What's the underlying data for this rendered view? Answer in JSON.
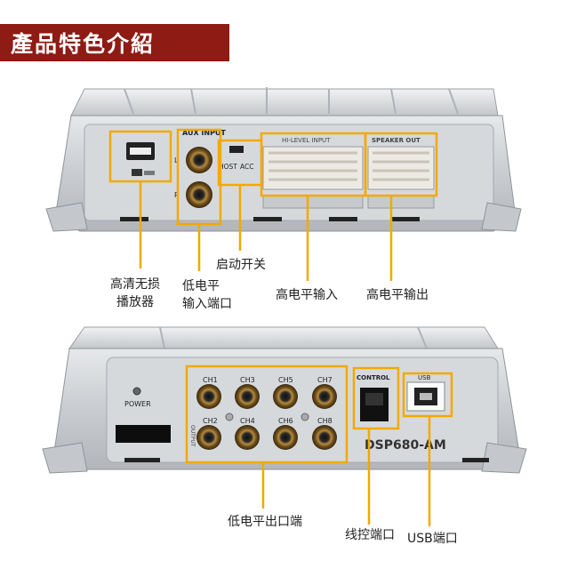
{
  "banner": {
    "title": "產品特色介紹"
  },
  "colors": {
    "banner_bg": "#8e1b14",
    "callout": "#f2a900"
  },
  "top_unit": {
    "panel_texts": {
      "aux_input": "AUX INPUT",
      "aux_l": "L",
      "aux_r": "R",
      "host": "HOST",
      "acc": "ACC",
      "hi_level_input": "HI-LEVEL INPUT",
      "speaker_out": "SPEAKER OUT"
    },
    "labels": {
      "usb_player_line1": "高清无损",
      "usb_player_line2": "播放器",
      "low_level_in_line1": "低电平",
      "low_level_in_line2": "输入端口",
      "start_switch": "启动开关",
      "hi_level_in": "高电平输入",
      "hi_level_out": "高电平输出"
    }
  },
  "bottom_unit": {
    "panel_texts": {
      "power": "POWER",
      "control": "CONTROL",
      "usb": "USB",
      "output": "OUTPUT",
      "model": "DSP680-AM",
      "channels": [
        "CH1",
        "CH3",
        "CH5",
        "CH7",
        "CH2",
        "CH4",
        "CH6",
        "CH8"
      ]
    },
    "labels": {
      "low_level_out": "低电平出口端",
      "wire_control": "线控端口",
      "usb_port": "USB端口"
    }
  }
}
